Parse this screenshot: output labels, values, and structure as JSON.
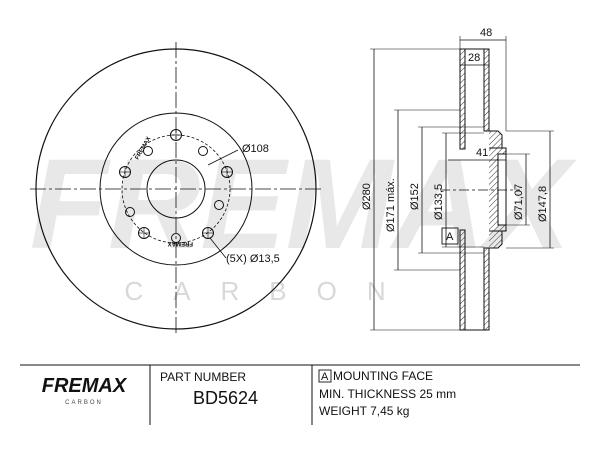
{
  "watermark": {
    "brand": "FREMAX",
    "sub": "CARBON"
  },
  "front_view": {
    "pcd": "Ø108",
    "bolt_holes": "(5X) Ø13,5",
    "stamp": "FREMAX"
  },
  "side_view": {
    "overall_width": "48",
    "hat_width": "28",
    "hat_depth": "41",
    "mounting_face_marker": "A",
    "diameters": [
      "Ø280",
      "Ø171 máx.",
      "Ø152",
      "Ø133,5",
      "Ø71,07",
      "Ø147,8"
    ]
  },
  "footer": {
    "logo": "FREMAX",
    "logo_sub": "CARBON",
    "part_number_label": "PART NUMBER",
    "part_number": "BD5624",
    "mounting_face_box": "A",
    "mounting_face_label": "MOUNTING FACE",
    "min_thickness": "MIN. THICKNESS 25 mm",
    "weight": "WEIGHT 7,45 kg"
  },
  "colors": {
    "line": "#111111",
    "watermark": "#e6e6e6",
    "hatch": "#333333"
  }
}
